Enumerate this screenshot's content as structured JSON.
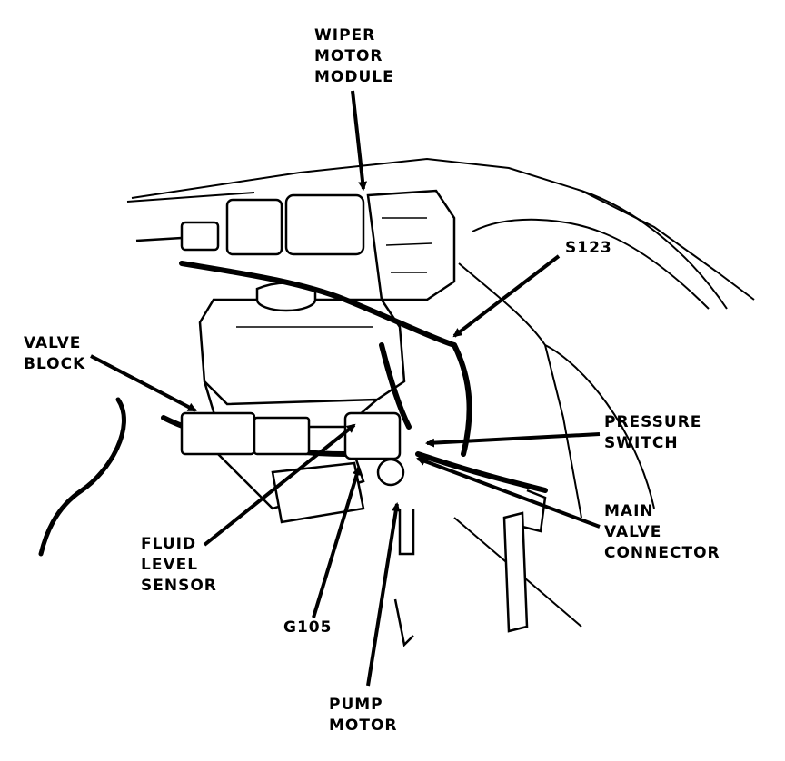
{
  "labels": {
    "wiper_motor_module": [
      "WIPER",
      "MOTOR",
      "MODULE"
    ],
    "s123": [
      "S123"
    ],
    "valve_block": [
      "VALVE",
      "BLOCK"
    ],
    "pressure_switch": [
      "PRESSURE",
      "SWITCH"
    ],
    "main_valve_connector": [
      "MAIN",
      "VALVE",
      "CONNECTOR"
    ],
    "fluid_level_sensor": [
      "FLUID",
      "LEVEL",
      "SENSOR"
    ],
    "g105": [
      "G105"
    ],
    "pump_motor": [
      "PUMP",
      "MOTOR"
    ]
  }
}
